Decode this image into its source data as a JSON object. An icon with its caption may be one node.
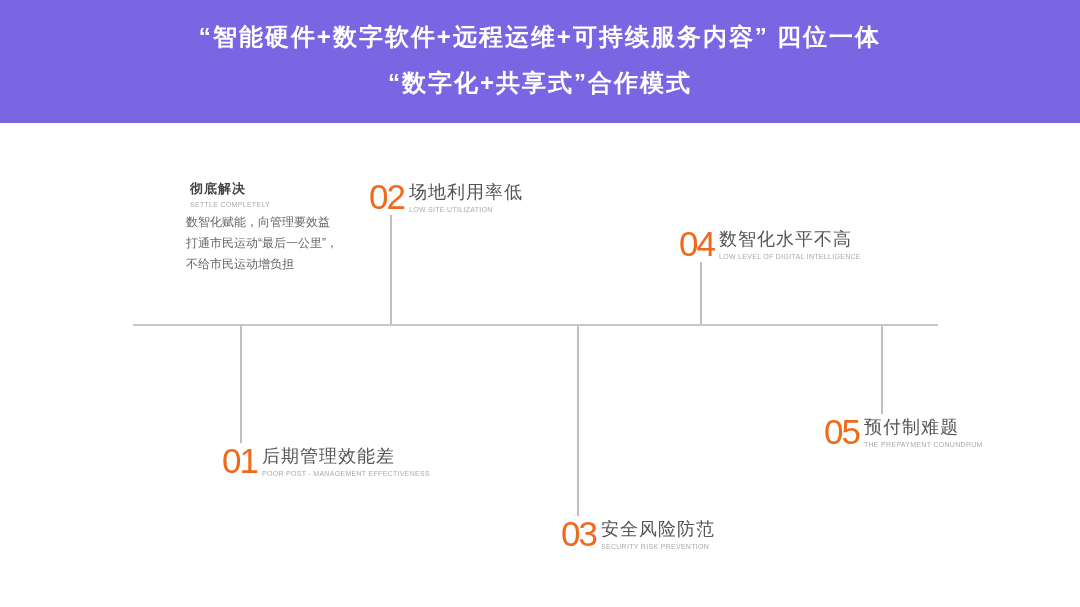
{
  "diagram": {
    "nodes": [
      {
        "text": [
          "“智能硬件+数字软件+远程运维+可持续服务内容” 四位一体",
          "“数字化+共享式”合作模式"
        ]
      },
      {
        "text": [
          "01",
          "后期管理效能差",
          "POOR POST - MANAGEMENT EFFECTIVENESS"
        ]
      },
      {
        "text": [
          "02",
          "场地利用率低",
          "LOW SITE UTILIZATION"
        ]
      },
      {
        "text": [
          "03",
          "安全风险防范",
          "SECURITY RISK PREVENTION"
        ]
      },
      {
        "text": [
          "04",
          "数智化水平不高",
          "LOW LEVEL OF DIGITAL INTELLIGENCE"
        ]
      },
      {
        "text": [
          "05",
          "预付制难题",
          "THE PREPAYMENT CONUNDRUM"
        ]
      },
      {
        "text": [],
        "shape": "line"
      }
    ],
    "edges": [
      {
        "from": 1,
        "to": 6,
        "arrow": "none"
      },
      {
        "from": 2,
        "to": 6,
        "arrow": "none"
      },
      {
        "from": 3,
        "to": 6,
        "arrow": "none"
      },
      {
        "from": 4,
        "to": 6,
        "arrow": "none"
      },
      {
        "from": 5,
        "to": 6,
        "arrow": "none"
      }
    ],
    "labels": [
      "彻底解决",
      "SETTLE COMPLETELY",
      "数智化赋能，向管理要效益打通市民运动“最后一公里”，不给市民运动增负担"
    ]
  }
}
